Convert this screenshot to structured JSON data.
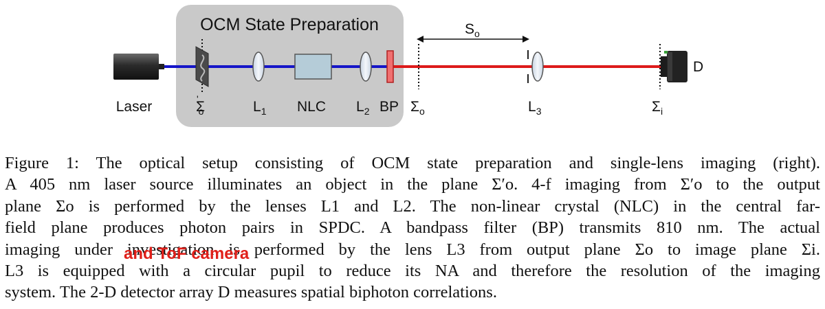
{
  "figure": {
    "title": "OCM State Preparation",
    "labels": {
      "laser": "Laser",
      "object_plane": "Σ'o",
      "lens1": "L1",
      "nlc": "NLC",
      "lens2": "L2",
      "bandpass": "BP",
      "output_plane": "Σo",
      "lens3": "L3",
      "image_plane": "Σi",
      "detector": "D",
      "distance": "So"
    },
    "colors": {
      "pump_beam": "#1515c8",
      "photon_beam": "#dd1a1a",
      "prep_box": "#c9c9c9",
      "crystal": "#b5ccd8",
      "lens": "#e4ebf3",
      "filter": "#f07070"
    }
  },
  "caption": {
    "lines": [
      "Figure 1: The optical setup consisting of OCM state preparation and single-lens imaging (right).",
      "A 405 nm laser source illuminates an object in the plane Σ′o. 4-f imaging from Σ′o to the output",
      "plane Σo is performed by the lenses L1 and L2. The non-linear crystal (NLC) in the central far-",
      "field plane produces photon pairs in SPDC. A bandpass filter (BP) transmits 810 nm. The actual",
      "imaging under investigation is performed by the lens L3 from output plane Σo to image plane Σi.",
      "L3 is equipped with a circular pupil to reduce its NA and therefore the resolution of the imaging",
      "system. The 2-D detector array D measures spatial biphoton correlations."
    ]
  },
  "overlay": {
    "text": "and ToF camera"
  }
}
